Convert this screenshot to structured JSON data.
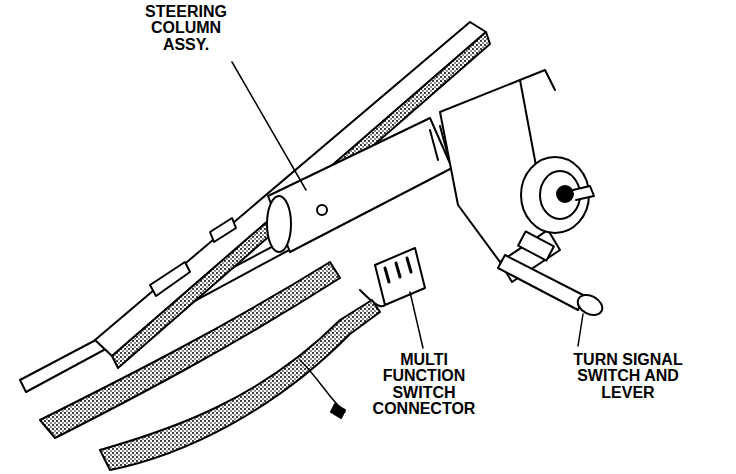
{
  "diagram": {
    "labels": [
      "STEERING COLUMN ASSY.",
      "MULTI FUNCTION SWITCH CONNECTOR",
      "TURN SIGNAL SWITCH AND LEVER"
    ]
  }
}
